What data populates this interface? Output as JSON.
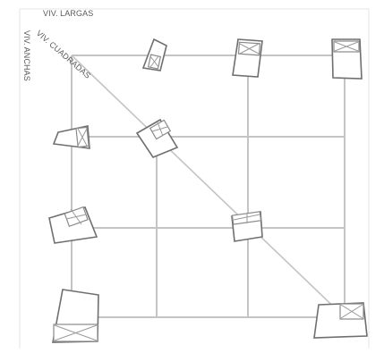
{
  "labels": {
    "top": "VIV. LARGAS",
    "diagonal": "VIV. CUADRADAS",
    "left": "VIV. ANCHAS"
  }
}
